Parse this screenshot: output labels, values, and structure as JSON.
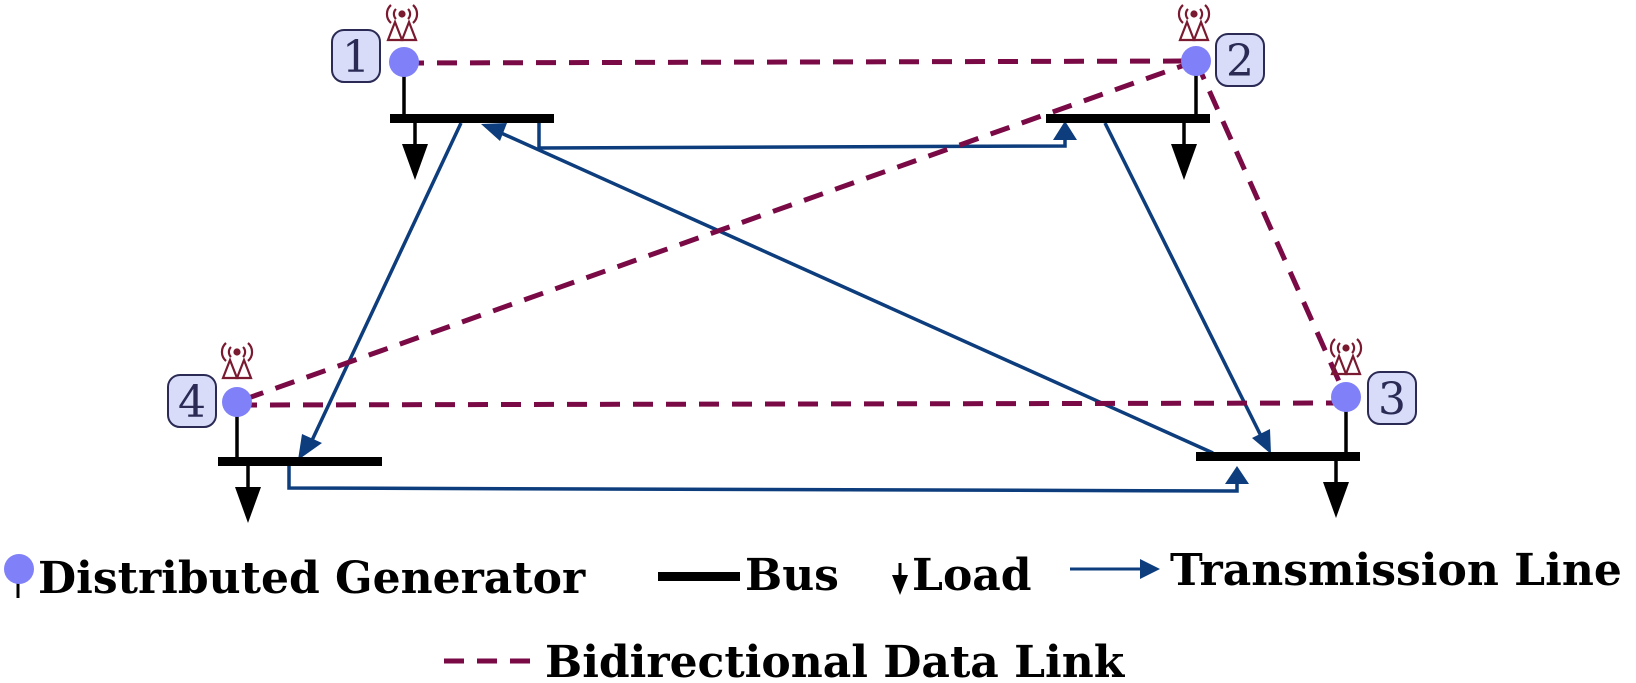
{
  "nodes": [
    {
      "id": "1",
      "label": "1"
    },
    {
      "id": "2",
      "label": "2"
    },
    {
      "id": "3",
      "label": "3"
    },
    {
      "id": "4",
      "label": "4"
    }
  ],
  "legend": {
    "generator": "Distributed Generator",
    "bus": "Bus",
    "load": "Load",
    "transmission": "Transmission Line",
    "datalink": "Bidirectional Data Link"
  },
  "colors": {
    "generator": "#8080f8",
    "node_box_fill": "#d8dcf8",
    "transmission": "#0d3d7c",
    "datalink": "#7a0a45",
    "antenna": "#7a1a30",
    "bus": "#000000"
  },
  "transmission_lines": [
    {
      "from": "1",
      "to": "4"
    },
    {
      "from": "1",
      "to": "2"
    },
    {
      "from": "2",
      "to": "3"
    },
    {
      "from": "3",
      "to": "1"
    },
    {
      "from": "4",
      "to": "3"
    }
  ],
  "data_links": [
    {
      "a": "1",
      "b": "2"
    },
    {
      "a": "2",
      "b": "3"
    },
    {
      "a": "2",
      "b": "4"
    },
    {
      "a": "3",
      "b": "4"
    }
  ]
}
